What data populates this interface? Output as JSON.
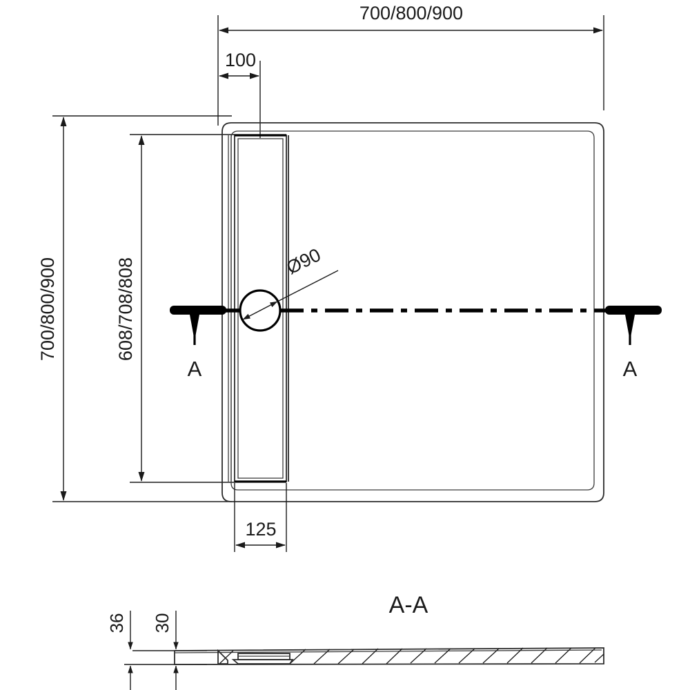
{
  "drawing": {
    "title": "Shower tray technical drawing",
    "units": "mm",
    "views": {
      "plan": {
        "name": "plan-view"
      },
      "section": {
        "name": "section-view",
        "label": "A-A"
      }
    }
  },
  "dimensions": {
    "width_top": "700/800/900",
    "drain_offset_top": "100",
    "height_left_outer": "700/800/900",
    "height_left_inner": "608/708/808",
    "channel_width_bottom": "125",
    "drain_diameter": "Ø90",
    "section_total_height": "36",
    "section_inner_height": "30"
  },
  "labels": {
    "section_arrow_left": "A",
    "section_arrow_right": "A",
    "section_title": "A-A"
  },
  "colors": {
    "line": "#1a1a1a",
    "outline": "#2b2b2b",
    "heavy": "#000000",
    "background": "#ffffff"
  }
}
